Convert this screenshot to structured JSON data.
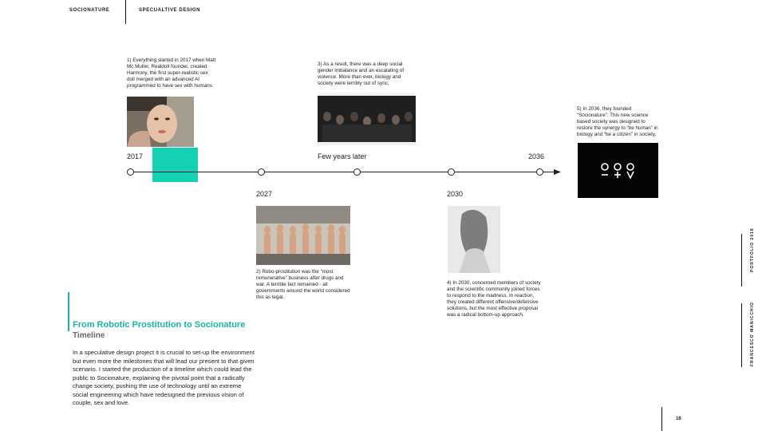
{
  "header": {
    "left": "SOCIONATURE",
    "right": "SPECUALTIVE DESIGN"
  },
  "side": {
    "portfolio": "PORTFOLIO 2018",
    "author": "FRANCESCO MANICCHIO"
  },
  "page_number": "16",
  "colors": {
    "accent": "#1ab3a6",
    "accent_block": "#14d1b4",
    "ink": "#1a1a1a"
  },
  "timeline": {
    "labels": {
      "y2017": "2017",
      "few": "Few years later",
      "y2036": "2036",
      "y2027": "2027",
      "y2030": "2030"
    },
    "captions": {
      "c1": "1) Everything started in 2017 when Matt Mc Muller, Realdoll founder, created Harmony, the first super-realistic sex doll merged with an advanced AI programmed to have sex with humans.",
      "c2": "2) Robo-prostitution was the “most remunerative” business after drugs and war. A terrible fact remained - all governments around the world considered this as legal.",
      "c3": "3) As a result, there was a deep social gender imbalance and an escalating of violence. More than ever, biology and society were terribly out of sync.",
      "c4": "4) In 2030, concerned members of society and the scientific community joined forces to respond to the madness. In reaction, they created different offensive/defensive solutions, but the most effective proposal was a radical bottom-up approach.",
      "c5": "5) In 2036, they founded “Socionature”. This new science based society was designed to restore the synergy to “be human” in biology and “be a citizen” in society."
    }
  },
  "section": {
    "title": "From Robotic Prostitution to Socionature",
    "subtitle": "Timeline",
    "body": "In a speculative design project it is crucial to set-up the environment but even more the milestones that will lead our present to that given scenario. I started the production of a timeline which could lead the public to Socionature, explaining the pivotal point that a radically change society, pushing the use of technology until an extreme social engineering  which have redesigned the previous vision of couple, sex and love."
  }
}
